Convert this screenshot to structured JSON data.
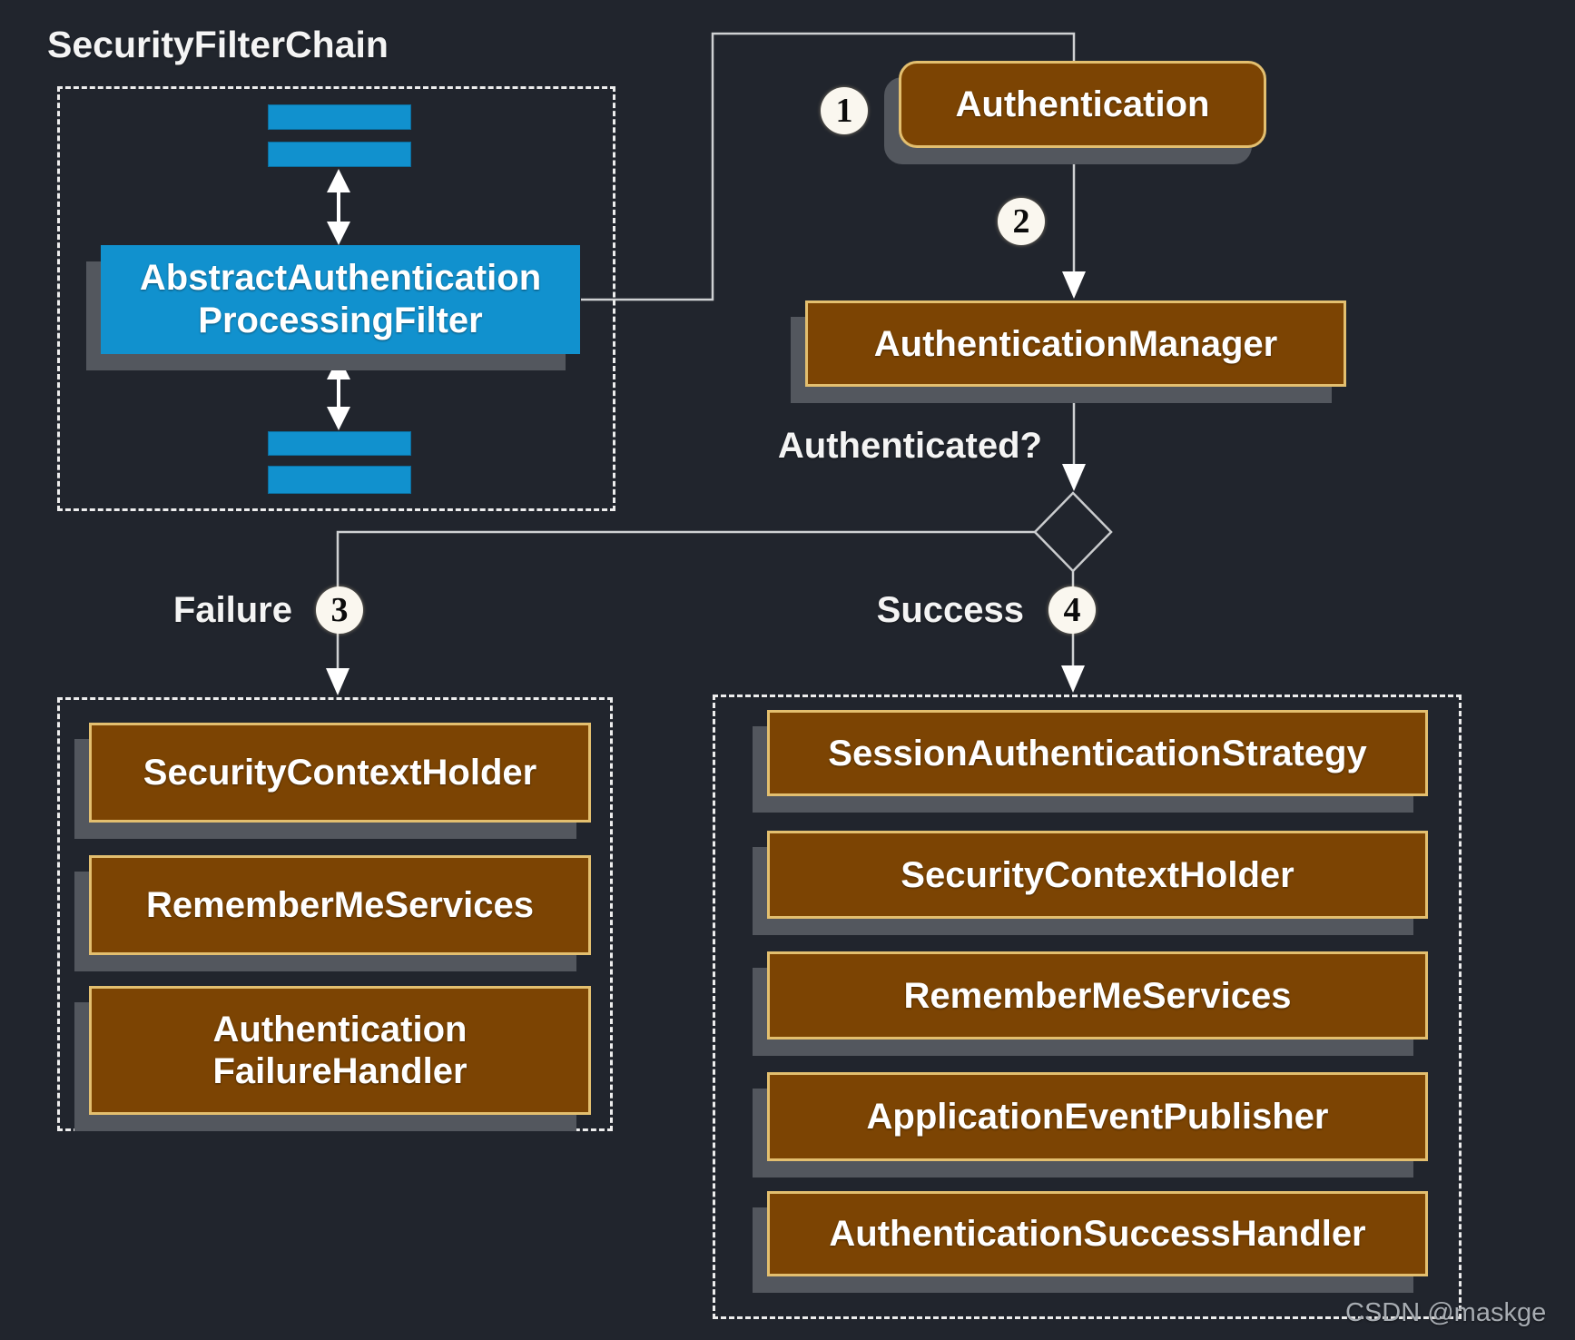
{
  "title": "SecurityFilterChain",
  "watermark": "CSDN @maskge",
  "colors": {
    "background": "#21252d",
    "node_brown": "#7c4403",
    "node_border_gold": "#e3bf6f",
    "filter_blue": "#1191ce",
    "shadow_gray": "#53575e",
    "connector": "#cfd1d3"
  },
  "badges": {
    "b1": "1",
    "b2": "2",
    "b3": "3",
    "b4": "4"
  },
  "flow": {
    "authentication": "Authentication",
    "authentication_manager": "AuthenticationManager",
    "authenticated_question": "Authenticated?",
    "failure_label": "Failure",
    "success_label": "Success"
  },
  "filter_chain": {
    "processing_filter_line1": "AbstractAuthentication",
    "processing_filter_line2": "ProcessingFilter"
  },
  "failure_branch": {
    "items": [
      "SecurityContextHolder",
      "RememberMeServices"
    ],
    "failure_handler_line1": "Authentication",
    "failure_handler_line2": "FailureHandler"
  },
  "success_branch": {
    "items": [
      "SessionAuthenticationStrategy",
      "SecurityContextHolder",
      "RememberMeServices",
      "ApplicationEventPublisher",
      "AuthenticationSuccessHandler"
    ]
  }
}
